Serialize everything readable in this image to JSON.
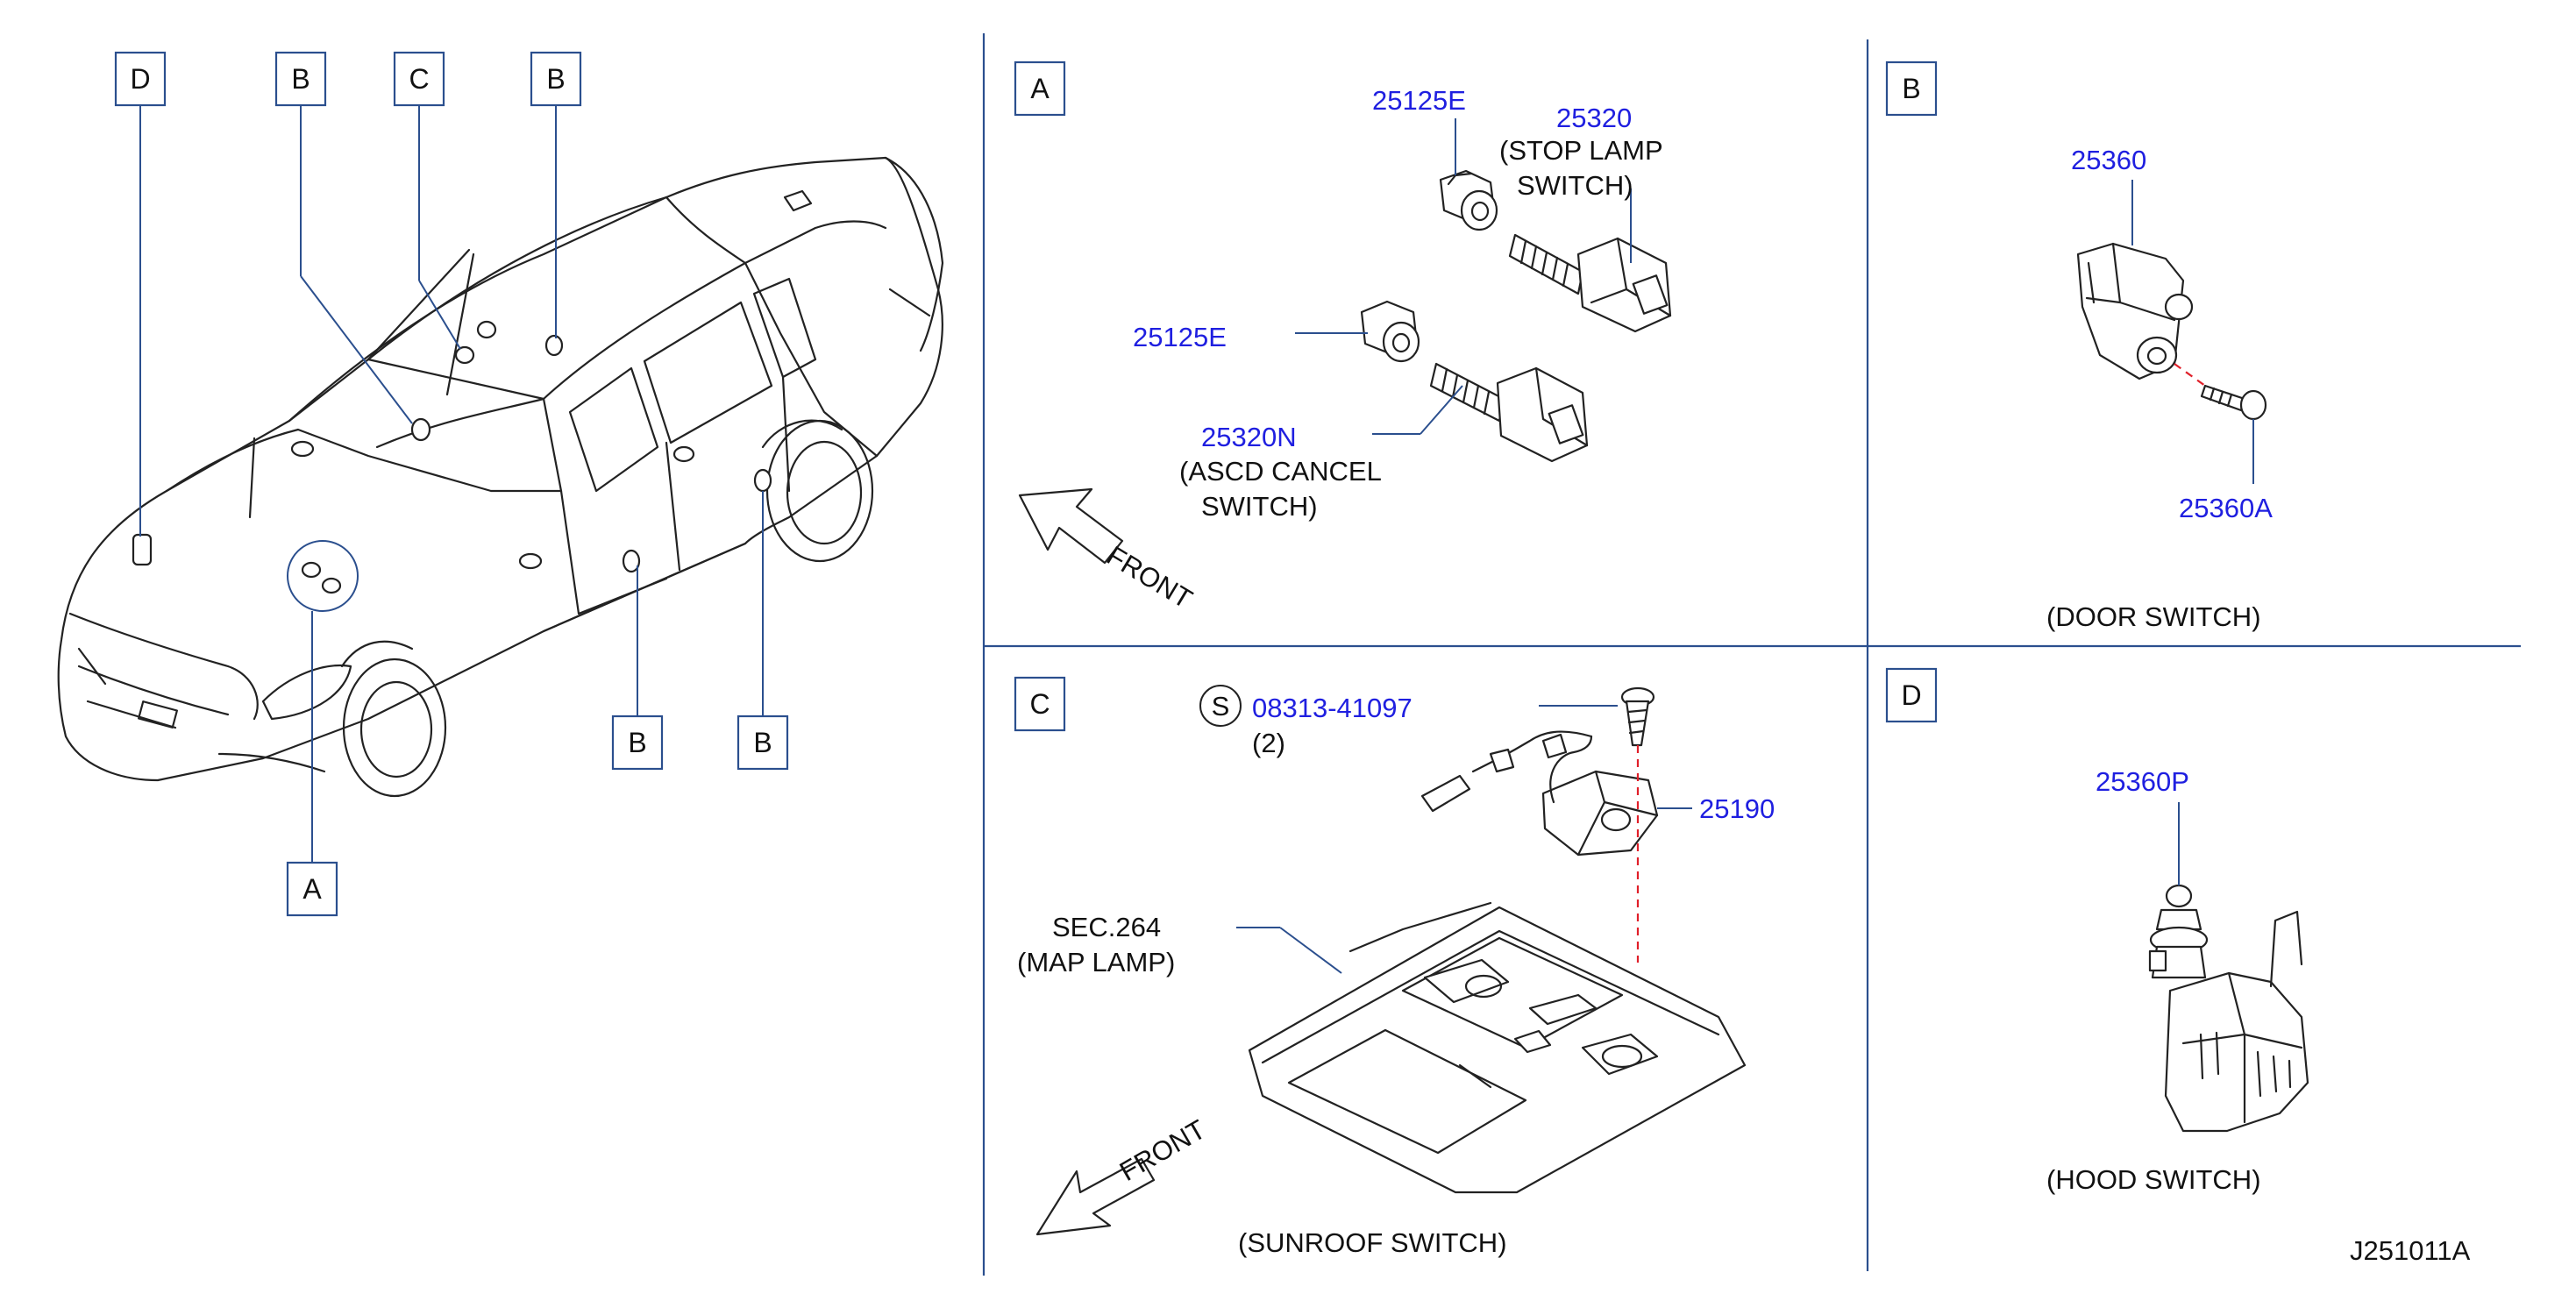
{
  "overview": {
    "callouts": [
      "D",
      "B",
      "C",
      "B",
      "B",
      "B",
      "A"
    ]
  },
  "panel_a": {
    "letter": "A",
    "part_25125e_top": "25125E",
    "part_25320": "25320",
    "stop_lamp_line1": "(STOP  LAMP",
    "stop_lamp_line2": "SWITCH)",
    "part_25125e_bottom": "25125E",
    "part_25320n": "25320N",
    "ascd_line1": "(ASCD  CANCEL",
    "ascd_line2": "SWITCH)",
    "front_label": "FRONT"
  },
  "panel_b": {
    "letter": "B",
    "part_25360": "25360",
    "part_25360a": "25360A",
    "caption": "(DOOR  SWITCH)"
  },
  "panel_c": {
    "letter": "C",
    "s_symbol": "S",
    "part_bolt": "08313-41097",
    "bolt_qty": "(2)",
    "part_25190": "25190",
    "sec_line1": "SEC.264",
    "sec_line2": "(MAP  LAMP)",
    "front_label": "FRONT",
    "caption": "(SUNROOF  SWITCH)"
  },
  "panel_d": {
    "letter": "D",
    "part_25360p": "25360P",
    "caption": "(HOOD  SWITCH)"
  },
  "diagram_id": "J251011A",
  "colors": {
    "part_number": "#1f1fe0",
    "leader_line": "#2b4f8e",
    "dashed_axis": "#e0202a",
    "ink": "#222222"
  }
}
